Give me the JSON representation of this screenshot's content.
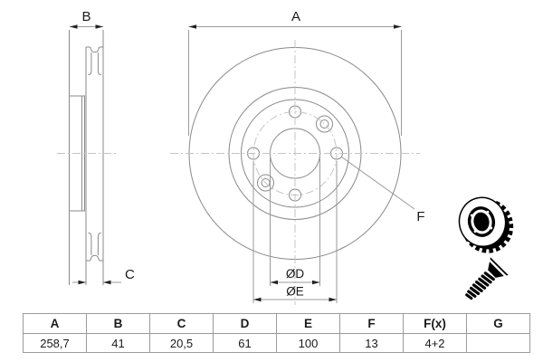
{
  "diagram": {
    "side_view": {
      "dim_total_width": "B",
      "dim_ring_thickness": "C"
    },
    "front_view": {
      "dim_outer_diameter": "A",
      "dim_bore": "ØD",
      "dim_bolt_circle": "ØE",
      "dim_hole": "F"
    }
  },
  "icons": {
    "disc": "brake-disc-3d-icon",
    "screw": "countersunk-screw-icon"
  },
  "spec_table": {
    "headers": [
      "A",
      "B",
      "C",
      "D",
      "E",
      "F",
      "F(x)",
      "G"
    ],
    "values": [
      "258,7",
      "41",
      "20,5",
      "61",
      "100",
      "13",
      "4+2",
      ""
    ]
  },
  "colors": {
    "background": "#ffffff",
    "drawing_line": "#8a8a8a",
    "centerline": "#c1c5c8",
    "dimension_text": "#1a1a1a",
    "arrowhead": "#222222",
    "table_border": "#9b9b9b",
    "icon": "#000000"
  }
}
